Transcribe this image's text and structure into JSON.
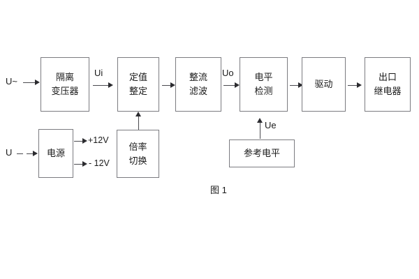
{
  "figure": {
    "caption": "图 1",
    "colors": {
      "box_border": "#7b7b80",
      "line": "#4a4a4f",
      "arrow": "#2b2b2f",
      "text": "#1a1a1a",
      "background": "#ffffff"
    }
  },
  "blocks": [
    {
      "id": "isolation-transformer",
      "lines": [
        "隔离",
        "变压器"
      ]
    },
    {
      "id": "setting-value",
      "lines": [
        "定值",
        "整定"
      ]
    },
    {
      "id": "rectify-filter",
      "lines": [
        "整流",
        "滤波"
      ]
    },
    {
      "id": "level-detection",
      "lines": [
        "电平",
        "检测"
      ]
    },
    {
      "id": "drive",
      "lines": [
        "驱动"
      ]
    },
    {
      "id": "output-relay",
      "lines": [
        "出口",
        "继电器"
      ]
    },
    {
      "id": "power-supply",
      "lines": [
        "电源"
      ]
    },
    {
      "id": "multiplier-switch",
      "lines": [
        "倍率",
        "切换"
      ]
    },
    {
      "id": "reference-level",
      "lines": [
        "参考电平"
      ]
    }
  ],
  "signals": {
    "input_ac": "U~",
    "input_dc": "U",
    "ui": "Ui",
    "uo": "Uo",
    "ue": "Ue",
    "rail_positive": "+12V",
    "rail_negative": "- 12V"
  }
}
